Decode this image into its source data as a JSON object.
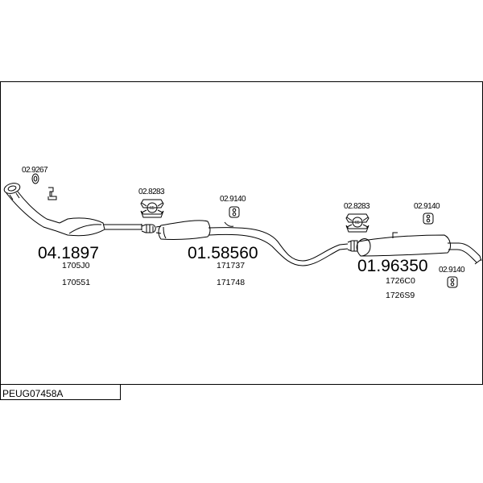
{
  "kit_reference": "PEUG07458A",
  "parts": {
    "front_pipe": {
      "code": "04.1897",
      "refs": [
        "1705J0",
        "170551"
      ]
    },
    "middle_silencer": {
      "code": "01.58560",
      "refs": [
        "171737",
        "171748"
      ]
    },
    "rear_silencer": {
      "code": "01.96350",
      "refs": [
        "1726C0",
        "1726S9"
      ]
    }
  },
  "accessories": {
    "gasket": {
      "code": "02.9267"
    },
    "clamp_front": {
      "code": "02.8283",
      "badge": "65"
    },
    "hanger_middle": {
      "code": "02.9140"
    },
    "clamp_rear": {
      "code": "02.8283",
      "badge": "65"
    },
    "hanger_rear_top": {
      "code": "02.9140"
    },
    "hanger_rear_bottom": {
      "code": "02.9140"
    }
  }
}
